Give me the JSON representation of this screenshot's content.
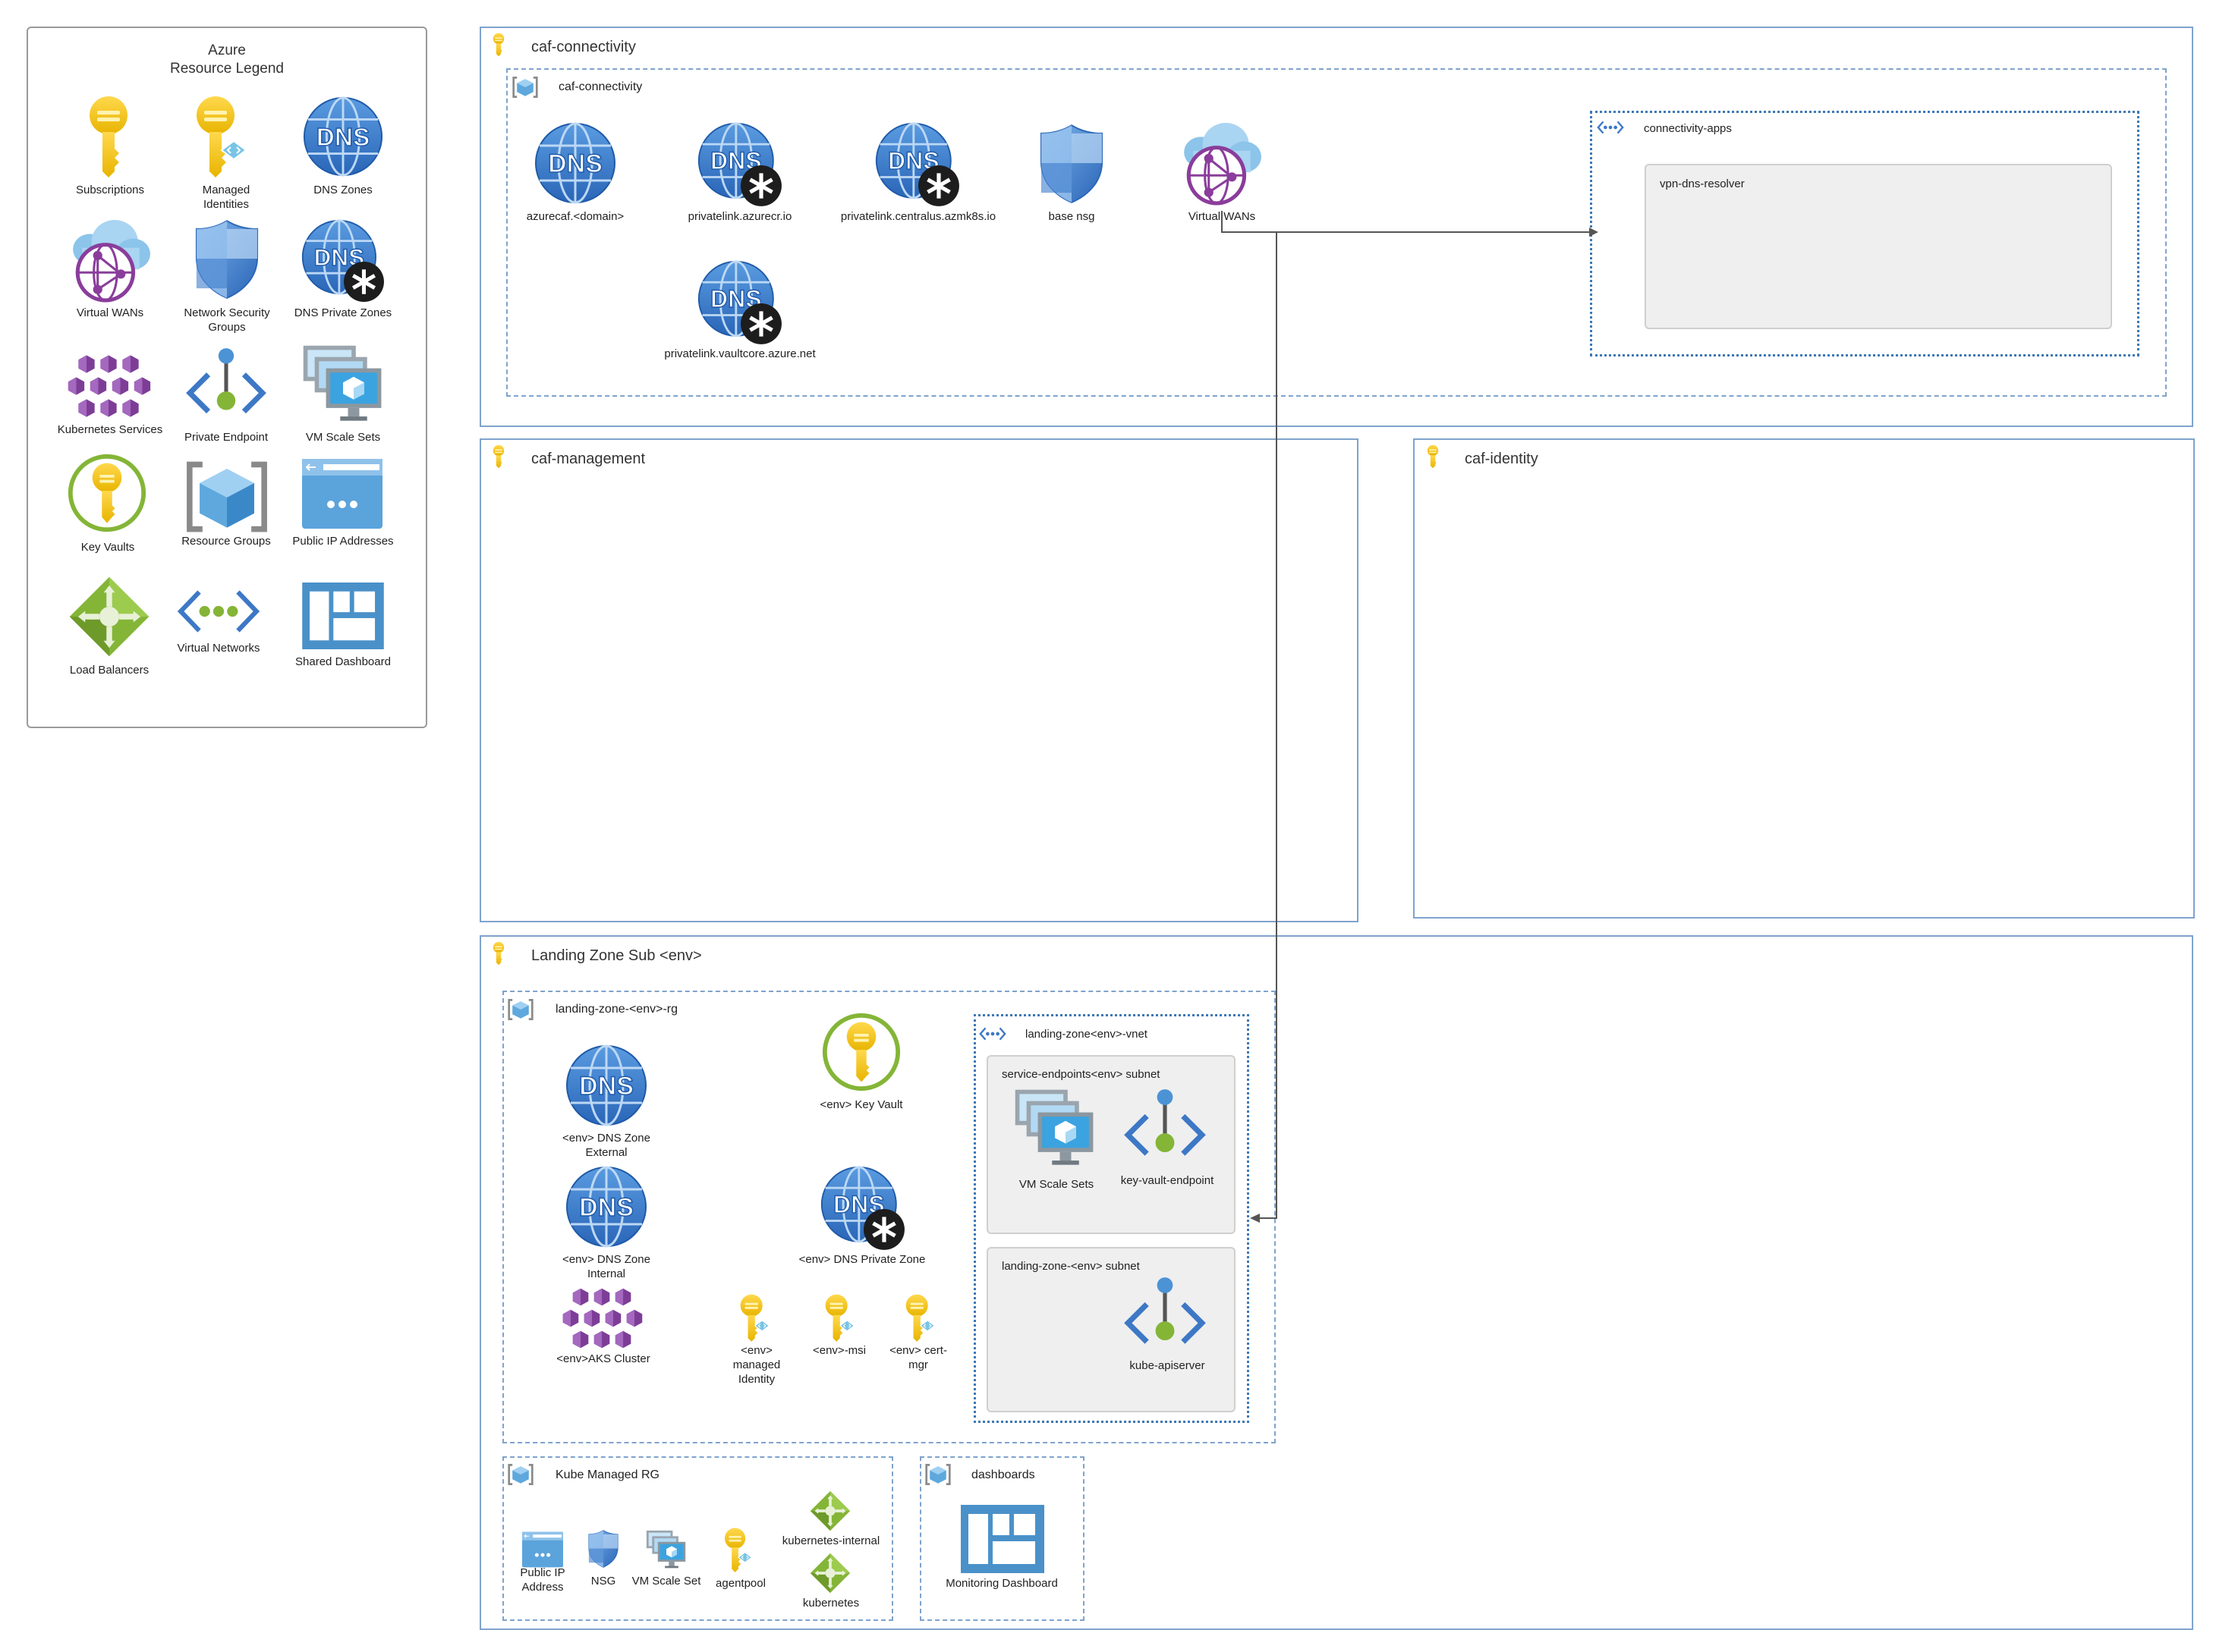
{
  "legend": {
    "title_line1": "Azure",
    "title_line2": "Resource Legend",
    "items": {
      "subscriptions": "Subscriptions",
      "managed_identities": "Managed Identities",
      "dns_zones": "DNS Zones",
      "virtual_wans": "Virtual WANs",
      "network_security_groups": "Network Security Groups",
      "dns_private_zones": "DNS Private Zones",
      "kubernetes_services": "Kubernetes Services",
      "private_endpoint": "Private Endpoint",
      "vm_scale_sets": "VM Scale Sets",
      "key_vaults": "Key Vaults",
      "resource_groups": "Resource Groups",
      "public_ip_addresses": "Public IP Addresses",
      "load_balancers": "Load Balancers",
      "virtual_networks": "Virtual Networks",
      "shared_dashboard": "Shared Dashboard"
    }
  },
  "connectivity": {
    "subscription_title": "caf-connectivity",
    "rg_title": "caf-connectivity",
    "dns_zone": "azurecaf.<domain>",
    "pl_acr": "privatelink.azurecr.io",
    "pl_aks": "privatelink.centralus.azmk8s.io",
    "base_nsg": "base nsg",
    "virtual_wans": "Virtual WANs",
    "pl_vault": "privatelink.vaultcore.azure.net",
    "vnet_title": "connectivity-apps",
    "subnet_title": "vpn-dns-resolver"
  },
  "management": {
    "title": "caf-management"
  },
  "identity": {
    "title": "caf-identity"
  },
  "landing": {
    "subscription_title": "Landing Zone Sub <env>",
    "rg_title": "landing-zone-<env>-rg",
    "dns_external": "<env> DNS Zone External",
    "key_vault": "<env> Key Vault",
    "dns_internal": "<env> DNS Zone Internal",
    "dns_private": "<env> DNS Private Zone",
    "aks_cluster": "<env>AKS Cluster",
    "managed_identity": "<env> managed Identity",
    "msi": "<env>-msi",
    "cert_mgr": "<env> cert-mgr",
    "vnet_title": "landing-zone<env>-vnet",
    "subnet1_title": "service-endpoints<env> subnet",
    "vmss": "VM Scale Sets",
    "kv_endpoint": "key-vault-endpoint",
    "subnet2_title": "landing-zone-<env> subnet",
    "kube_apiserver": "kube-apiserver"
  },
  "kube_rg": {
    "title": "Kube Managed RG",
    "public_ip": "Public IP Address",
    "nsg": "NSG",
    "vmss": "VM Scale Set",
    "agentpool": "agentpool",
    "lb_internal": "kubernetes-internal",
    "lb": "kubernetes"
  },
  "dashboards": {
    "title": "dashboards",
    "monitoring": "Monitoring Dashboard"
  }
}
